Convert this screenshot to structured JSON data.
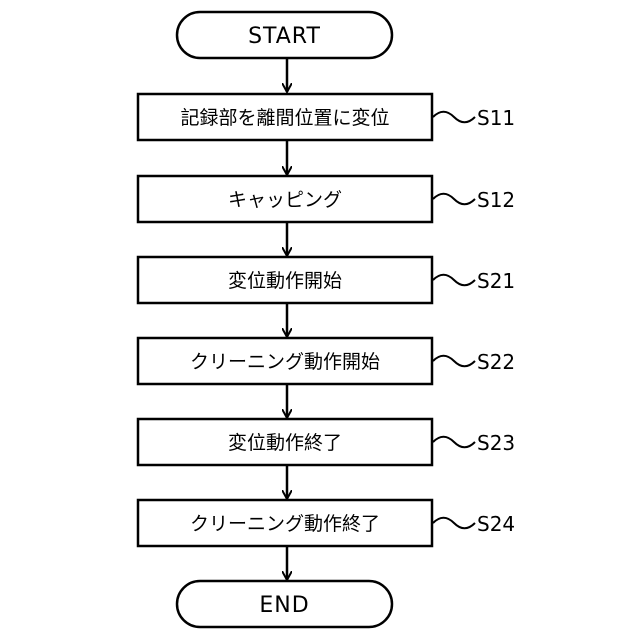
{
  "flowchart": {
    "start": "START",
    "end": "END",
    "steps": [
      {
        "text": "記録部を離間位置に変位",
        "label": "S11"
      },
      {
        "text": "キャッピング",
        "label": "S12"
      },
      {
        "text": "変位動作開始",
        "label": "S21"
      },
      {
        "text": "クリーニング動作開始",
        "label": "S22"
      },
      {
        "text": "変位動作終了",
        "label": "S23"
      },
      {
        "text": "クリーニング動作終了",
        "label": "S24"
      }
    ]
  }
}
